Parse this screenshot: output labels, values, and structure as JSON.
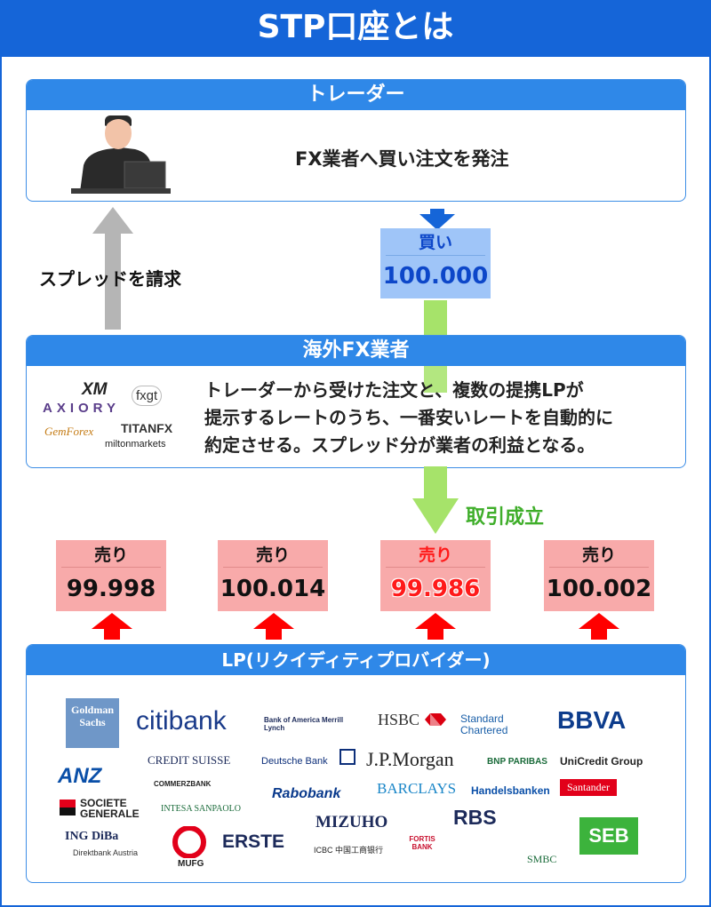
{
  "title": "STP口座とは",
  "trader": {
    "header": "トレーダー",
    "text": "FX業者へ買い注文を発注"
  },
  "buy": {
    "label": "買い",
    "value": "100.000"
  },
  "spread_label": "スプレッドを請求",
  "broker": {
    "header": "海外FX業者",
    "text_lines": [
      "トレーダーから受けた注文と、複数の提携LPが",
      "提示するレートのうち、一番安いレートを自動的に",
      "約定させる。スプレッド分が業者の利益となる。"
    ],
    "logos": [
      "XM",
      "fxgt",
      "AXIORY",
      "GemForex",
      "TITANFX",
      "miltonmarkets"
    ]
  },
  "deal_label": "取引成立",
  "sell_quotes": [
    {
      "label": "売り",
      "value": "99.998"
    },
    {
      "label": "売り",
      "value": "100.014"
    },
    {
      "label": "売り",
      "value": "99.986"
    },
    {
      "label": "売り",
      "value": "100.002"
    }
  ],
  "lp": {
    "header": "LP(リクイディティプロバイダー)",
    "logos": [
      "Goldman Sachs",
      "citibank",
      "Bank of America Merrill Lynch",
      "HSBC",
      "Standard Chartered",
      "BBVA",
      "CREDIT SUISSE",
      "Deutsche Bank",
      "J.P.Morgan",
      "BNP PARIBAS",
      "UniCredit Group",
      "ANZ",
      "COMMERZBANK",
      "Rabobank",
      "BARCLAYS",
      "Handelsbanken",
      "Santander",
      "SOCIETE GENERALE",
      "INTESA SANPAOLO",
      "MIZUHO",
      "FORTIS BANK",
      "RBS",
      "ING DiBa",
      "Direktbank Austria",
      "MUFG",
      "ERSTE",
      "ICBC 中国工商银行",
      "SMBC",
      "SEB"
    ]
  },
  "colors": {
    "primary": "#1565d8",
    "panel_header": "#2f88e8",
    "buy_bg": "#9fc5f8",
    "sell_bg": "#f8aaaa",
    "best_quote": "#ff1a1a",
    "deal_green": "#3fae2a",
    "arrow_gray": "#b5b5b5",
    "arrow_red": "#ff0000"
  }
}
